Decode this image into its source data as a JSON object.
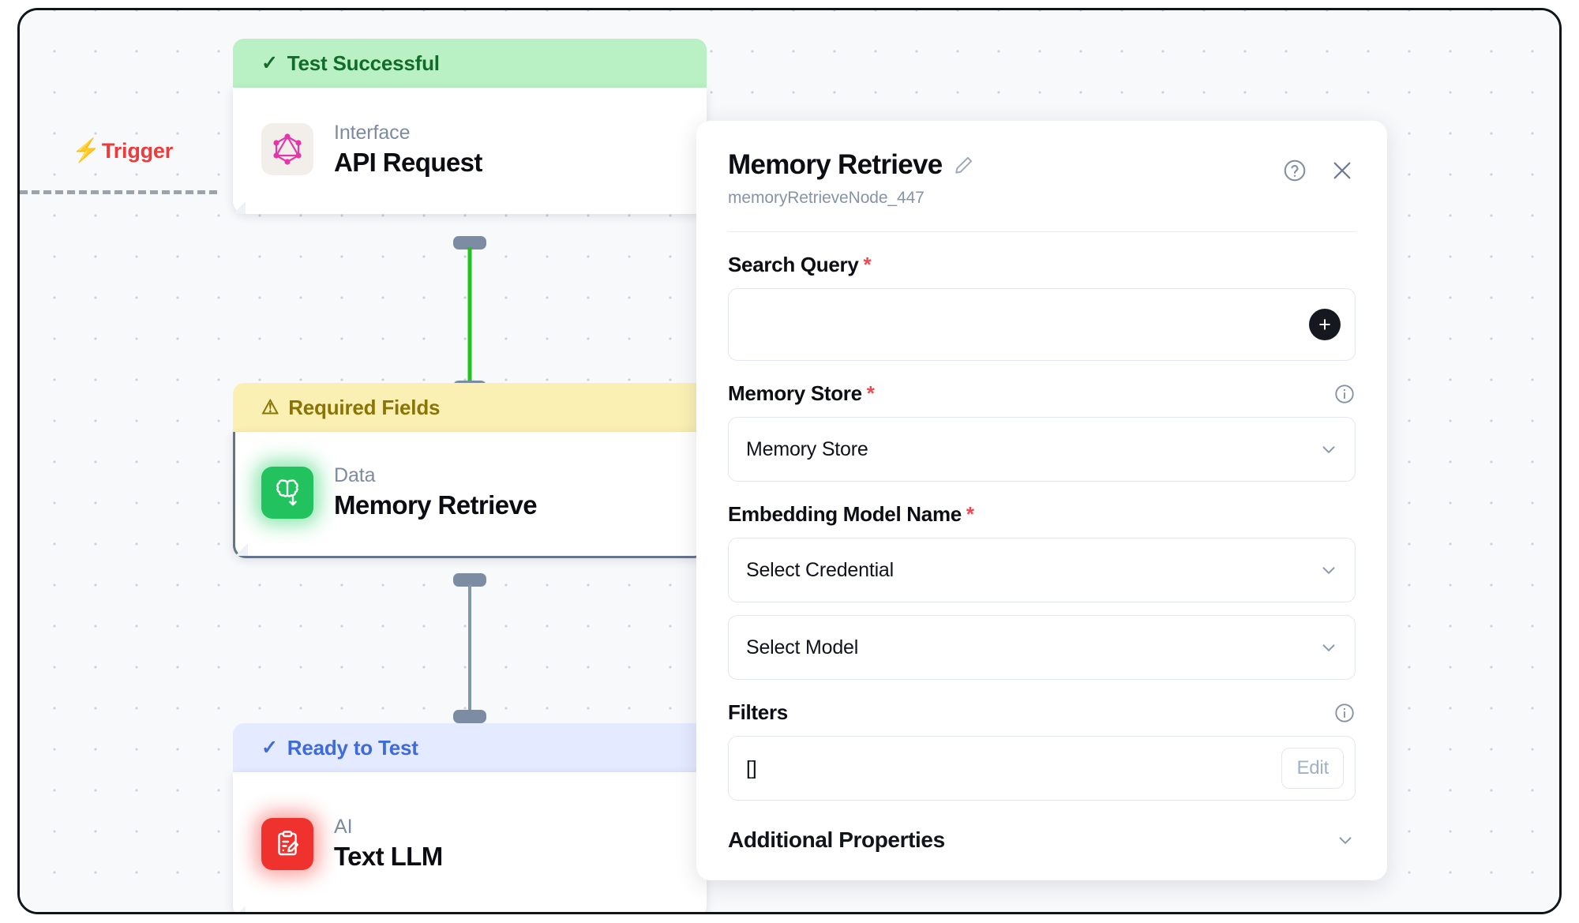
{
  "canvas": {
    "trigger": {
      "label": "Trigger",
      "icon": "lightning-bolt-icon",
      "color": "#ed3a3a"
    }
  },
  "nodes": [
    {
      "status_label": "Test Successful",
      "status_icon": "check-icon",
      "status_type": "success",
      "category": "Interface",
      "title": "API Request",
      "icon": "graphql-icon"
    },
    {
      "status_label": "Required Fields",
      "status_icon": "warning-triangle-icon",
      "status_type": "warning",
      "category": "Data",
      "title": "Memory Retrieve",
      "icon": "brain-download-icon"
    },
    {
      "status_label": "Ready to Test",
      "status_icon": "check-icon",
      "status_type": "ready",
      "category": "AI",
      "title": "Text LLM",
      "icon": "clipboard-pencil-icon"
    }
  ],
  "edges": [
    {
      "from": "API Request",
      "to": "Memory Retrieve",
      "color": "#22c21f",
      "state": "active"
    },
    {
      "from": "Memory Retrieve",
      "to": "Text LLM",
      "color": "#8496ad",
      "state": "idle"
    }
  ],
  "panel": {
    "title": "Memory Retrieve",
    "edit_icon": "pencil-icon",
    "subtitle": "memoryRetrieveNode_447",
    "help_icon": "help-circle-icon",
    "close_icon": "close-icon",
    "fields": {
      "search_query": {
        "label": "Search Query",
        "required": true,
        "value": "",
        "add_button": "+",
        "add_icon": "plus-circle-icon"
      },
      "memory_store": {
        "label": "Memory Store",
        "required": true,
        "info_icon": "info-circle-icon",
        "value": "Memory Store",
        "chevron": "chevron-down-icon"
      },
      "embedding_model_name": {
        "label": "Embedding Model Name",
        "required": true,
        "credential_value": "Select Credential",
        "model_value": "Select Model",
        "chevron": "chevron-down-icon"
      },
      "filters": {
        "label": "Filters",
        "required": false,
        "info_icon": "info-circle-icon",
        "value": "[]",
        "edit_label": "Edit"
      },
      "additional_properties": {
        "label": "Additional Properties",
        "chevron": "chevron-down-icon"
      }
    }
  },
  "colors": {
    "success_bg": "#b9f0c4",
    "success_fg": "#116c2c",
    "warning_bg": "#fbf0b4",
    "warning_fg": "#8a7406",
    "ready_bg": "#e4eaff",
    "ready_fg": "#3f6bd8",
    "required_asterisk": "#f0484f",
    "edge_active": "#22c21f"
  }
}
